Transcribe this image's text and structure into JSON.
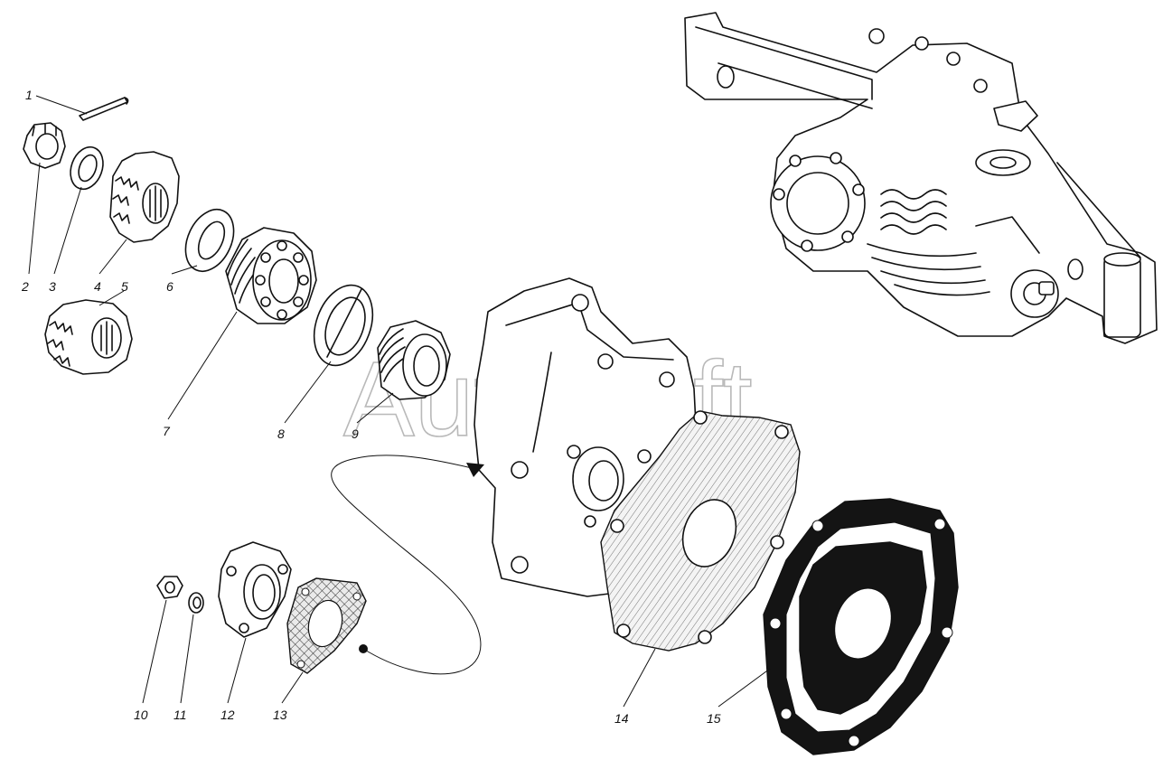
{
  "watermark": "AutoSoft",
  "labels": [
    "1",
    "2",
    "3",
    "4",
    "5",
    "6",
    "7",
    "8",
    "9",
    "10",
    "11",
    "12",
    "13",
    "14",
    "15"
  ],
  "colors": {
    "ink": "#111111",
    "paper": "#ffffff",
    "watermark": "#b9b9b9"
  }
}
